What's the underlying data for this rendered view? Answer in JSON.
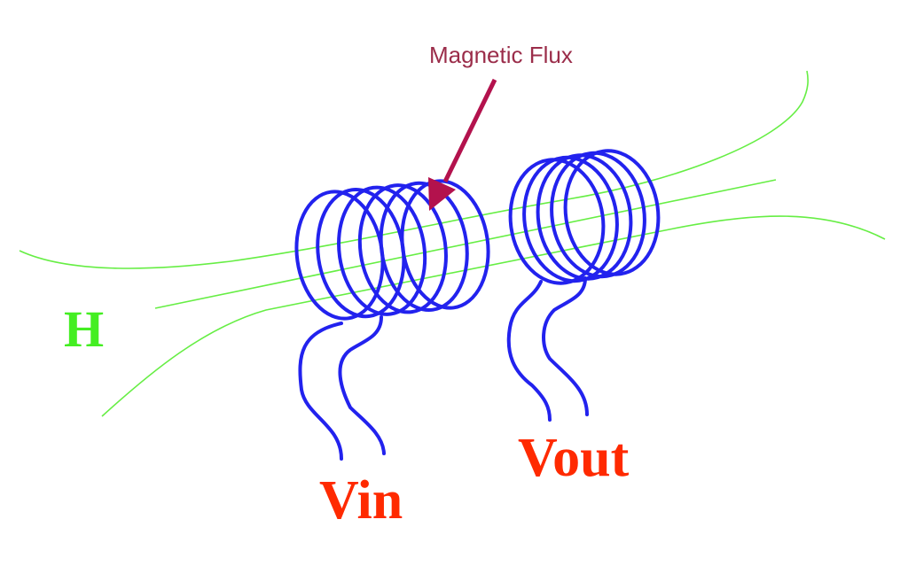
{
  "labels": {
    "flux": "Magnetic Flux",
    "field": "H",
    "input": "Vin",
    "output": "Vout"
  },
  "colors": {
    "field_lines": "#66ee44",
    "coil": "#2222ee",
    "arrow": "#b3124d",
    "flux_text": "#9b2d4a",
    "field_text": "#44ee22",
    "voltage_text": "#ff2a00"
  },
  "coils": {
    "primary_turns": 6,
    "secondary_turns": 5
  }
}
